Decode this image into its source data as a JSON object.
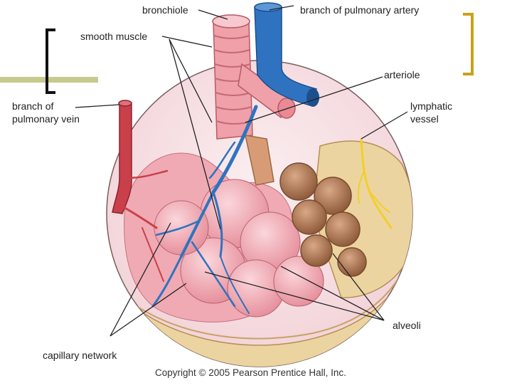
{
  "labels": {
    "bronchiole": "bronchiole",
    "branch_pulmonary_artery": "branch of pulmonary artery",
    "smooth_muscle": "smooth muscle",
    "arteriole": "arteriole",
    "branch_pulmonary_vein_line1": "branch of",
    "branch_pulmonary_vein_line2": "pulmonary vein",
    "lymphatic_line1": "lymphatic",
    "lymphatic_line2": "vessel",
    "alveoli": "alveoli",
    "capillary_network": "capillary network"
  },
  "copyright": "Copyright © 2005 Pearson Prentice Hall, Inc.",
  "colors": {
    "bracket_left": "#111111",
    "bracket_right": "#caa21a",
    "olive_bar": "#c8c98c",
    "artery_blue": "#2f73c0",
    "vein_red": "#c9404a",
    "tissue_pink": "#f2b6bd",
    "alveolus_brown": "#b8825e",
    "rim_tan": "#e8cf96",
    "lymph_yellow": "#f2cf2a"
  }
}
